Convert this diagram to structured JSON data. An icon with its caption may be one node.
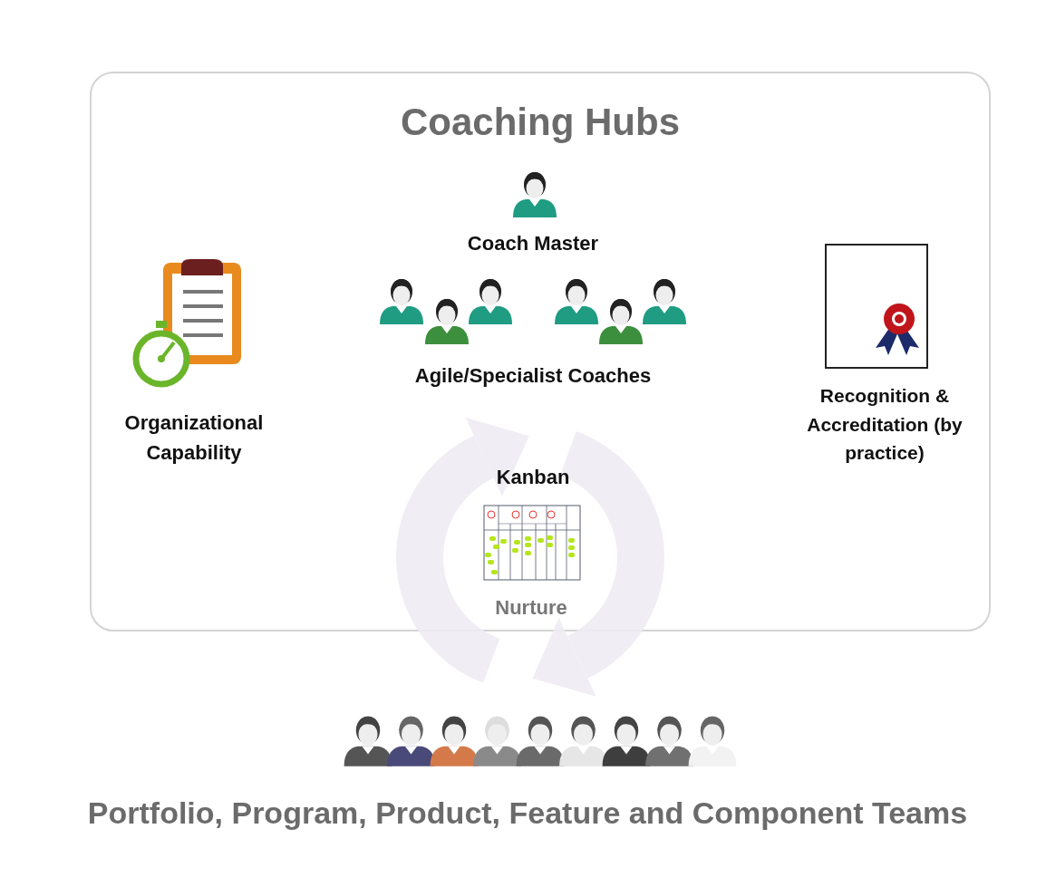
{
  "diagram": {
    "nodes": [
      {
        "text": [
          "Coaching Hubs"
        ]
      }
    ],
    "edges": [],
    "labels": [
      "Coach Master",
      "Agile/Specialist Coaches",
      "Organizational Capability",
      "Recognition & Accreditation (by practice)",
      "Kanban",
      "Nurture",
      "Portfolio, Program, Product, Feature and Component Teams"
    ]
  }
}
